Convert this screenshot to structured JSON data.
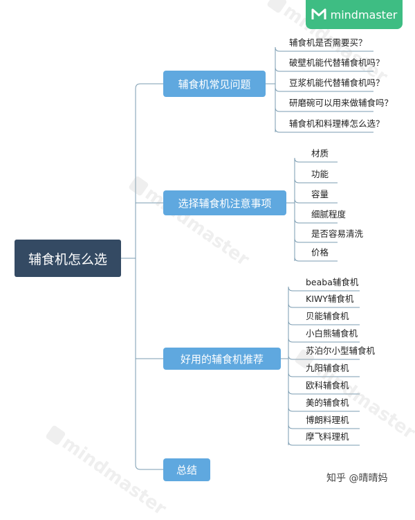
{
  "brand": {
    "name": "mindmaster",
    "accent": "#3ebd83"
  },
  "colors": {
    "root": "#344a63",
    "branch": "#5fa8df",
    "line": "#7a9bb0"
  },
  "root": "辅食机怎么选",
  "branches": [
    {
      "label": "辅食机常见问题",
      "leaves": [
        "辅食机是否需要买？",
        "破壁机能代替辅食机吗？",
        "豆浆机能代替辅食机吗？",
        "研磨碗可以用来做辅食吗？",
        "辅食机和料理棒怎么选？"
      ]
    },
    {
      "label": "选择辅食机注意事项",
      "leaves": [
        "材质",
        "功能",
        "容量",
        "细腻程度",
        "是否容易清洗",
        "价格"
      ]
    },
    {
      "label": "好用的辅食机推荐",
      "leaves": [
        "beaba辅食机",
        "KIWY辅食机",
        "贝能辅食机",
        "小白熊辅食机",
        "苏泊尔小型辅食机",
        "九阳辅食机",
        "欧科辅食机",
        "美的辅食机",
        "博朗料理机",
        "摩飞料理机"
      ]
    },
    {
      "label": "总结",
      "leaves": []
    }
  ],
  "credit": "知乎 @晴晴妈"
}
